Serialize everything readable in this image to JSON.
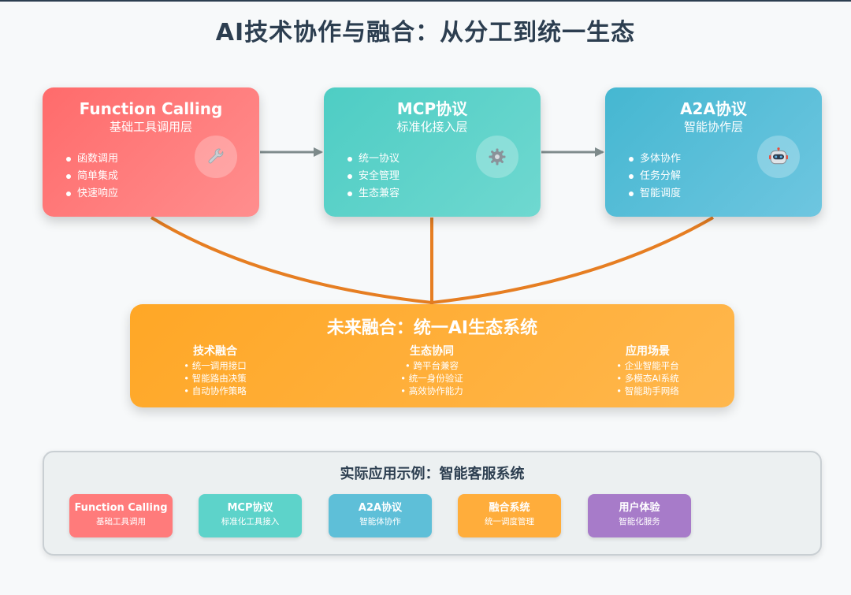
{
  "title": "AI技术协作与融合：从分工到统一生态",
  "protocols": [
    {
      "title": "Function Calling",
      "subtitle": "基础工具调用层",
      "items": [
        "函数调用",
        "简单集成",
        "快速响应"
      ],
      "icon": "wrench-icon",
      "color": "#ff6b6b"
    },
    {
      "title": "MCP协议",
      "subtitle": "标准化接入层",
      "items": [
        "统一协议",
        "安全管理",
        "生态兼容"
      ],
      "icon": "gear-icon",
      "color": "#4ecdc4"
    },
    {
      "title": "A2A协议",
      "subtitle": "智能协作层",
      "items": [
        "多体协作",
        "任务分解",
        "智能调度"
      ],
      "icon": "robot-icon",
      "color": "#45b7d1"
    }
  ],
  "future": {
    "title": "未来融合：统一AI生态系统",
    "columns": [
      {
        "heading": "技术融合",
        "items": [
          "• 统一调用接口",
          "• 智能路由决策",
          "• 自动协作策略"
        ]
      },
      {
        "heading": "生态协同",
        "items": [
          "• 跨平台兼容",
          "• 统一身份验证",
          "• 高效协作能力"
        ]
      },
      {
        "heading": "应用场景",
        "items": [
          "• 企业智能平台",
          "• 多模态AI系统",
          "• 智能助手网络"
        ]
      }
    ],
    "color": "#ffa726"
  },
  "example": {
    "title": "实际应用示例：智能客服系统",
    "steps": [
      {
        "title": "Function Calling",
        "subtitle": "基础工具调用",
        "color": "#ff7b7b"
      },
      {
        "title": "MCP协议",
        "subtitle": "标准化工具接入",
        "color": "#5dd3ca"
      },
      {
        "title": "A2A协议",
        "subtitle": "智能体协作",
        "color": "#5ebfd8"
      },
      {
        "title": "融合系统",
        "subtitle": "统一调度管理",
        "color": "#ffad3b"
      },
      {
        "title": "用户体验",
        "subtitle": "智能化服务",
        "color": "#a77bc9"
      }
    ]
  }
}
